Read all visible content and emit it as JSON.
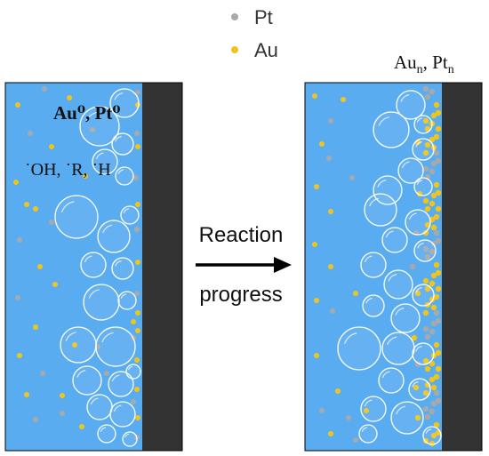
{
  "legend": {
    "items": [
      {
        "label": "Pt",
        "color": "#a9a9a9"
      },
      {
        "label": "Au",
        "color": "#f0c419"
      }
    ]
  },
  "left_panel": {
    "label_species": "Au⁰, Pt⁰",
    "label_radicals": "˙OH, ˙R, ˙H"
  },
  "arrow": {
    "label_top": "Reaction",
    "label_bottom": "progress"
  },
  "right_panel": {
    "label_species_base1": "Au",
    "label_species_sub1": "n",
    "label_species_sep": ", ",
    "label_species_base2": "Pt",
    "label_species_sub2": "n"
  },
  "colors": {
    "solution": "#5aacf0",
    "electrode": "#333333",
    "bubble_stroke": "#ffffff",
    "outline": "#000000",
    "arrow": "#000000"
  }
}
